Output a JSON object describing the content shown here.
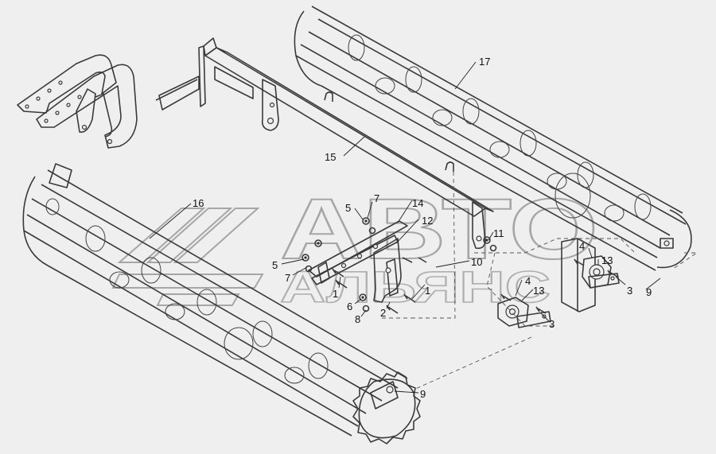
{
  "watermark": {
    "line1": "АВТО",
    "line2": "АЛЬЯНС"
  },
  "callouts": [
    {
      "id": "c17",
      "label": "17"
    },
    {
      "id": "c15",
      "label": "15"
    },
    {
      "id": "c16",
      "label": "16"
    },
    {
      "id": "c14",
      "label": "14"
    },
    {
      "id": "c12",
      "label": "12"
    },
    {
      "id": "c7a",
      "label": "7"
    },
    {
      "id": "c5a",
      "label": "5"
    },
    {
      "id": "c5b",
      "label": "5"
    },
    {
      "id": "c7b",
      "label": "7"
    },
    {
      "id": "c1a",
      "label": "1"
    },
    {
      "id": "c1b",
      "label": "1"
    },
    {
      "id": "c6",
      "label": "6"
    },
    {
      "id": "c8",
      "label": "8"
    },
    {
      "id": "c2",
      "label": "2"
    },
    {
      "id": "c11",
      "label": "11"
    },
    {
      "id": "c10",
      "label": "10"
    },
    {
      "id": "c4a",
      "label": "4"
    },
    {
      "id": "c13a",
      "label": "13"
    },
    {
      "id": "c3a",
      "label": "3"
    },
    {
      "id": "c9a",
      "label": "9"
    },
    {
      "id": "c4b",
      "label": "4"
    },
    {
      "id": "c13b",
      "label": "13"
    },
    {
      "id": "c3b",
      "label": "3"
    },
    {
      "id": "c9b",
      "label": "9"
    }
  ]
}
